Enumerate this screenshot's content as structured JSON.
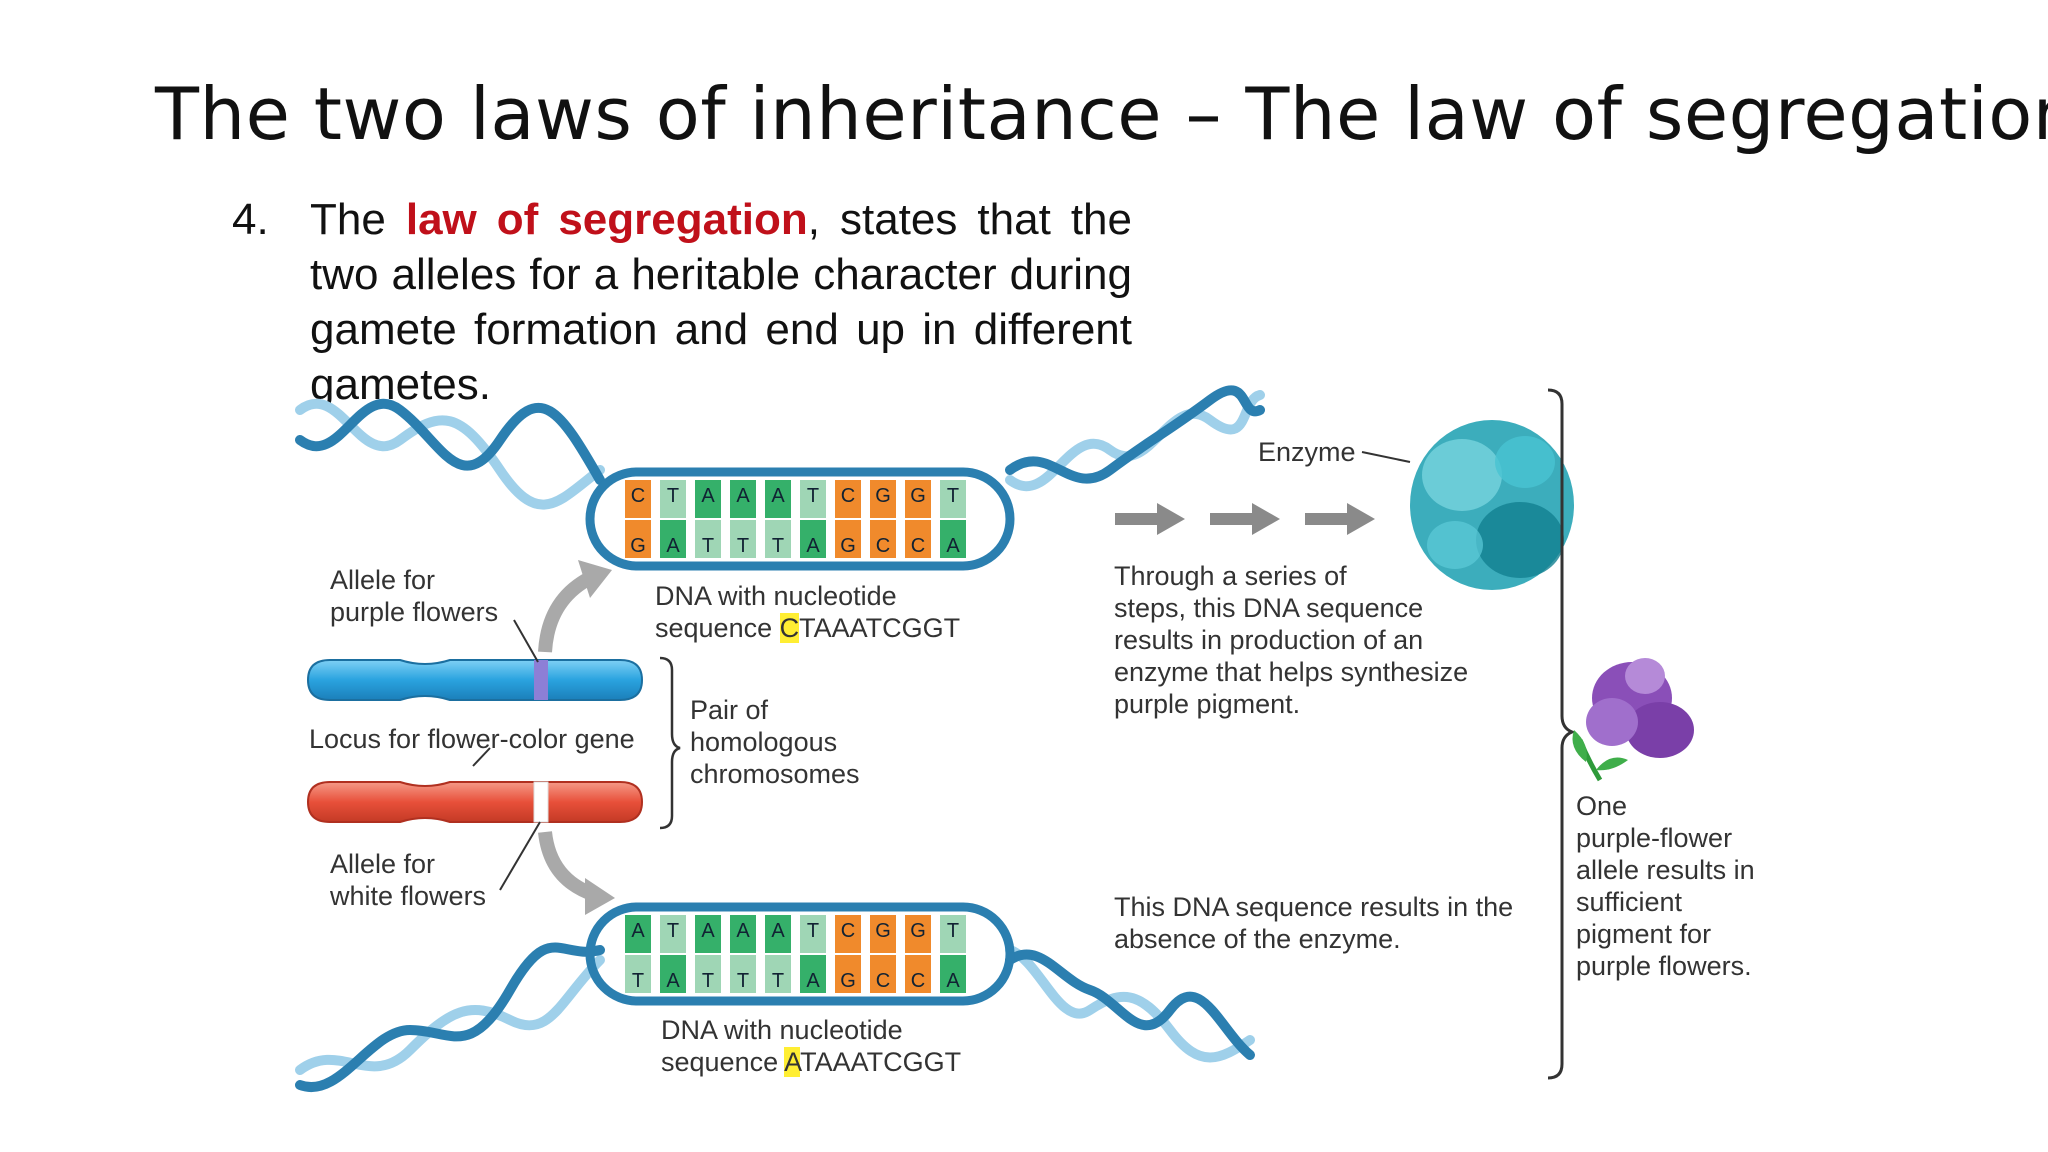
{
  "slide": {
    "title": "The two laws of inheritance – The law of segregation",
    "bullet_number": "4.",
    "bullet_pre": "The ",
    "bullet_highlight": "law of segregation",
    "bullet_post": ", states that the two alleles for a heritable character during gamete formation and end up in different gametes."
  },
  "diagram": {
    "top_dna": {
      "top_strand": [
        "C",
        "T",
        "A",
        "A",
        "A",
        "T",
        "C",
        "G",
        "G",
        "T"
      ],
      "bottom_strand": [
        "G",
        "A",
        "T",
        "T",
        "T",
        "A",
        "G",
        "C",
        "C",
        "A"
      ],
      "caption_line1": "DNA with nucleotide",
      "caption_line2_prefix": "sequence ",
      "caption_highlight": "C",
      "caption_suffix": "TAAATCGGT"
    },
    "bottom_dna": {
      "top_strand": [
        "A",
        "T",
        "A",
        "A",
        "A",
        "T",
        "C",
        "G",
        "G",
        "T"
      ],
      "bottom_strand": [
        "T",
        "A",
        "T",
        "T",
        "T",
        "A",
        "G",
        "C",
        "C",
        "A"
      ],
      "caption_line1": "DNA with nucleotide",
      "caption_line2_prefix": "sequence ",
      "caption_highlight": "A",
      "caption_suffix": "TAAATCGGT"
    },
    "allele_purple_line1": "Allele for",
    "allele_purple_line2": "purple flowers",
    "locus_label": "Locus for flower-color gene",
    "allele_white_line1": "Allele for",
    "allele_white_line2": "white flowers",
    "pair_line1": "Pair of",
    "pair_line2": "homologous",
    "pair_line3": "chromosomes",
    "enzyme_label": "Enzyme",
    "steps_lines": [
      "Through a series of",
      "steps, this DNA sequence",
      "results in production of an",
      "enzyme that helps synthesize",
      "purple pigment."
    ],
    "absence_lines": [
      "This DNA sequence results in the",
      "absence of the enzyme."
    ],
    "result_lines": [
      "One",
      "purple-flower",
      "allele results in",
      "sufficient",
      "pigment for",
      "purple flowers."
    ]
  },
  "colors": {
    "highlight_text": "#c0101a",
    "purple_chromosome": "#2aa3df",
    "white_chromosome": "#e8503a",
    "helix": "#2b7fb0",
    "base_c": "#f08a2c",
    "base_g": "#f08a2c",
    "base_a": "#35b06a",
    "base_t": "#9fd6b5",
    "enzyme": "#1a9fb0",
    "flower": "#8a4fb8",
    "caption_highlight": "#ffee33"
  }
}
